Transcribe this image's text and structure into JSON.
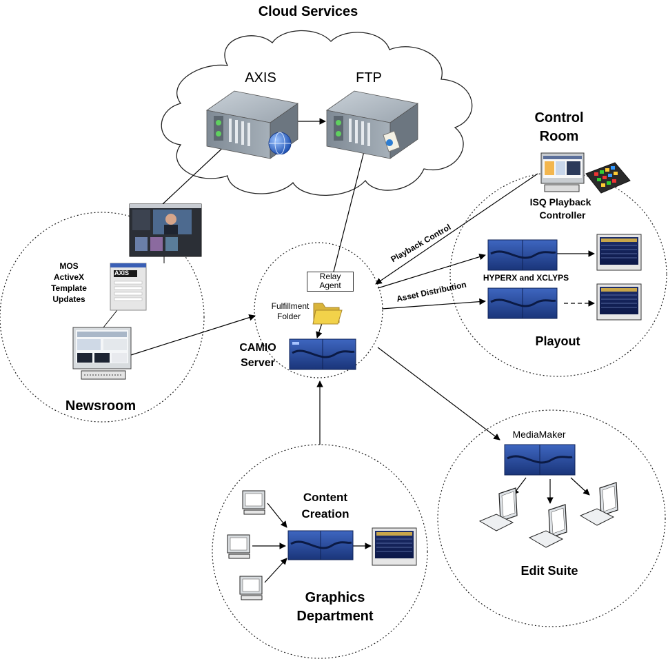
{
  "title": "Cloud Services",
  "cloud": {
    "axis_label": "AXIS",
    "ftp_label": "FTP",
    "axis_logo": "AXIS"
  },
  "newsroom": {
    "label": "Newsroom",
    "mos_line1": "MOS",
    "mos_line2": "ActiveX",
    "mos_line3": "Template",
    "mos_line4": "Updates"
  },
  "camio": {
    "label_line1": "CAMIO",
    "label_line2": "Server",
    "relay_line1": "Relay",
    "relay_line2": "Agent",
    "fulfillment_line1": "Fulfillment",
    "fulfillment_line2": "Folder"
  },
  "control_room": {
    "label_line1": "Control",
    "label_line2": "Room",
    "isq_line1": "ISQ Playback",
    "isq_line2": "Controller",
    "hyperx": "HYPERX and XCLYPS",
    "playout": "Playout"
  },
  "arrows": {
    "playback_control": "Playback Control",
    "asset_distribution": "Asset Distribution"
  },
  "edit_suite": {
    "mediamaker": "MediaMaker",
    "label": "Edit Suite"
  },
  "graphics": {
    "content_line1": "Content",
    "content_line2": "Creation",
    "dept_line1": "Graphics",
    "dept_line2": "Department"
  },
  "colors": {
    "rack_blue": "#2a4fa0",
    "rack_dark": "#16306e",
    "server_grey": "#8e98a2",
    "screen_navy": "#0f1f55",
    "folder_yellow": "#f2d24a"
  }
}
